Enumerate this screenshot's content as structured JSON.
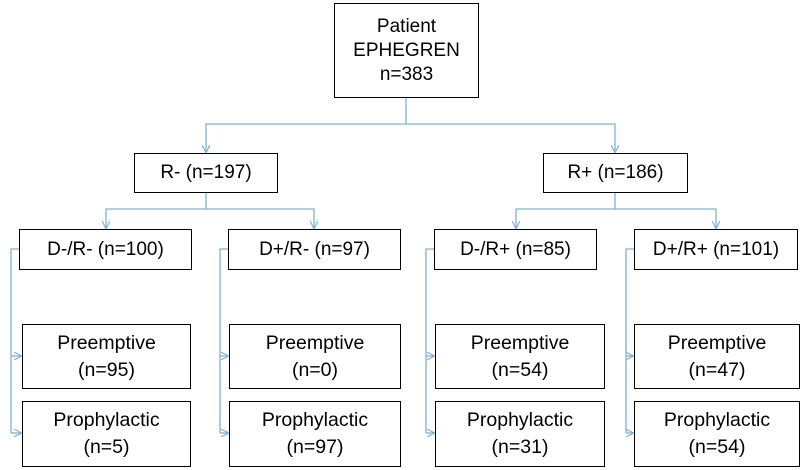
{
  "colors": {
    "connector": "#7fb0d9",
    "box_border": "#000000",
    "text": "#000000",
    "background": "#ffffff"
  },
  "root": {
    "line1": "Patient",
    "line2": "EPHEGREN",
    "line3": "n=383"
  },
  "r_neg": {
    "label": "R- (n=197)"
  },
  "r_pos": {
    "label": "R+ (n=186)"
  },
  "groups": [
    {
      "label": "D-/R- (n=100)",
      "preemptive": {
        "title": "Preemptive",
        "count": "(n=95)"
      },
      "prophylactic": {
        "title": "Prophylactic",
        "count": "(n=5)"
      }
    },
    {
      "label": "D+/R- (n=97)",
      "preemptive": {
        "title": "Preemptive",
        "count": "(n=0)"
      },
      "prophylactic": {
        "title": "Prophylactic",
        "count": "(n=97)"
      }
    },
    {
      "label": "D-/R+ (n=85)",
      "preemptive": {
        "title": "Preemptive",
        "count": "(n=54)"
      },
      "prophylactic": {
        "title": "Prophylactic",
        "count": "(n=31)"
      }
    },
    {
      "label": "D+/R+ (n=101)",
      "preemptive": {
        "title": "Preemptive",
        "count": "(n=47)"
      },
      "prophylactic": {
        "title": "Prophylactic",
        "count": "(n=54)"
      }
    }
  ]
}
